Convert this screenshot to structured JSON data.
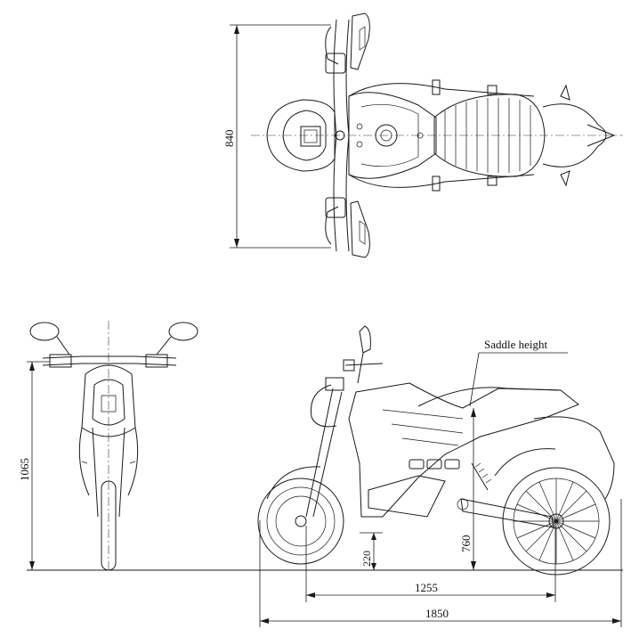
{
  "dimensions": {
    "top_width": "840",
    "front_height": "1065",
    "ground_clearance": "220",
    "saddle_height_value": "760",
    "wheelbase": "1255",
    "overall_length": "1850"
  },
  "annotations": {
    "saddle_height_label": "Saddle height"
  }
}
